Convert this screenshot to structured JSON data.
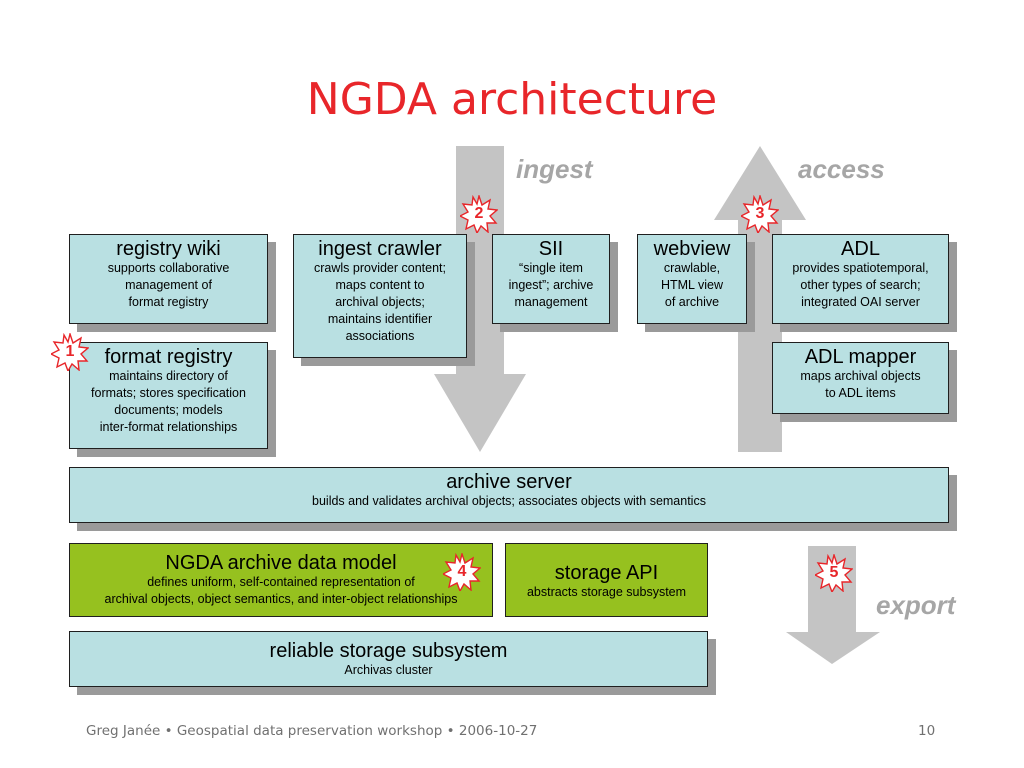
{
  "title": "NGDA architecture",
  "flows": {
    "ingest": "ingest",
    "access": "access",
    "export": "export"
  },
  "badges": [
    "1",
    "2",
    "3",
    "4",
    "5"
  ],
  "boxes": {
    "registry_wiki": {
      "title": "registry wiki",
      "desc": "supports collaborative\nmanagement of\nformat registry"
    },
    "ingest_crawler": {
      "title": "ingest crawler",
      "desc": "crawls provider content;\nmaps content to\narchival objects;\nmaintains identifier\nassociations"
    },
    "sii": {
      "title": "SII",
      "desc": "“single item\ningest”; archive\nmanagement"
    },
    "webview": {
      "title": "webview",
      "desc": "crawlable,\nHTML view\nof archive"
    },
    "adl": {
      "title": "ADL",
      "desc": "provides spatiotemporal,\nother types of search;\nintegrated OAI server"
    },
    "format_registry": {
      "title": "format registry",
      "desc": "maintains directory of\nformats; stores specification\ndocuments; models\ninter-format relationships"
    },
    "adl_mapper": {
      "title": "ADL mapper",
      "desc": "maps archival objects\nto ADL items"
    },
    "archive_server": {
      "title": "archive server",
      "desc": "builds and validates archival objects; associates objects with semantics"
    },
    "data_model": {
      "title": "NGDA archive data model",
      "desc": "defines uniform, self-contained representation of\narchival objects, object semantics, and inter-object relationships"
    },
    "storage_api": {
      "title": "storage API",
      "desc": "abstracts storage subsystem"
    },
    "storage_subsystem": {
      "title": "reliable storage subsystem",
      "desc": "Archivas cluster"
    }
  },
  "colors": {
    "title": "#e8262a",
    "box_fill": "#b9e0e2",
    "green_fill": "#96c11f",
    "arrow": "#c4c4c4",
    "flow_label": "#a6a6a6"
  },
  "footer": {
    "left": "Greg Janée • Geospatial data preservation workshop • 2006-10-27",
    "page": "10"
  }
}
